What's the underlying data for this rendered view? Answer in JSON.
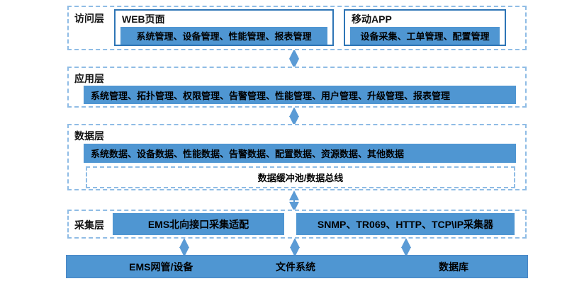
{
  "colors": {
    "bar_fill": "#4F96D2",
    "solid_border": "#2E75B6",
    "dashed_border": "#8FBCE5",
    "arrow": "#5B9BD5",
    "text": "#000000"
  },
  "layers": {
    "access": {
      "label": "访问层",
      "web": {
        "title": "WEB页面",
        "items": "系统管理、设备管理、性能管理、报表管理"
      },
      "mobile": {
        "title": "移动APP",
        "items": "设备采集、工单管理、配置管理"
      }
    },
    "application": {
      "label": "应用层",
      "items": "系统管理、拓扑管理、权限管理、告警管理、性能管理、用户管理、升级管理、报表管理"
    },
    "data": {
      "label": "数据层",
      "items": "系统数据、设备数据、性能数据、告警数据、配置数据、资源数据、其他数据",
      "bus": "数据缓冲池/数据总线"
    },
    "collection": {
      "label": "采集层",
      "ems_adapter": "EMS北向接口采集适配",
      "collectors": "SNMP、TR069、HTTP、TCP\\IP采集器"
    },
    "sources": {
      "items": [
        "EMS网管/设备",
        "文件系统",
        "数据库"
      ]
    }
  }
}
